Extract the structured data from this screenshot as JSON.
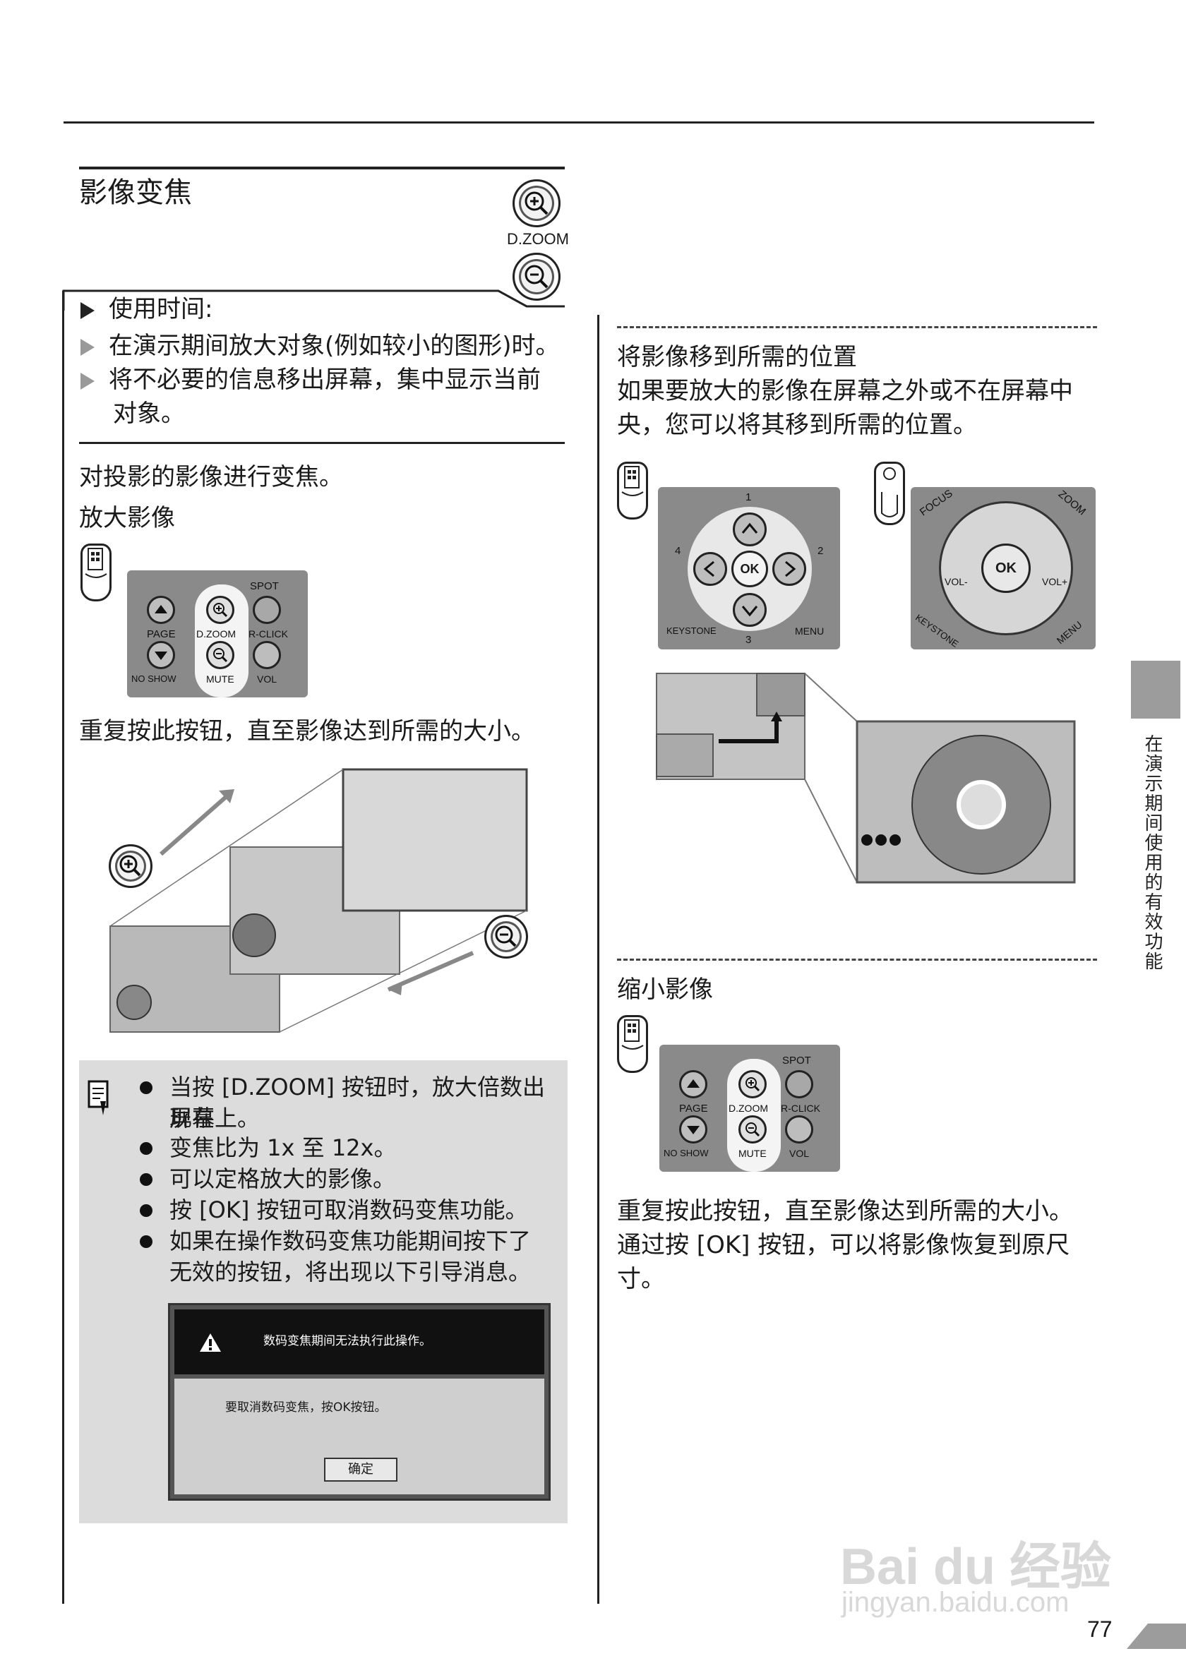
{
  "section": {
    "title": "影像变焦",
    "dzoom_label": "D.ZOOM"
  },
  "usage": {
    "heading": "使用时间:",
    "items": [
      "在演示期间放大对象(例如较小的图形)时。",
      "将不必要的信息移出屏幕，集中显示当前",
      "对象。"
    ]
  },
  "intro": "对投影的影像进行变焦。",
  "enlarge": {
    "heading": "放大影像",
    "repeat_text": "重复按此按钮，直至影像达到所需的大小。"
  },
  "remote_labels": {
    "spot": "SPOT",
    "page": "PAGE",
    "dzoom": "D.ZOOM",
    "rclick": "R-CLICK",
    "noshow": "NO SHOW",
    "mute": "MUTE",
    "vol": "VOL"
  },
  "notes": {
    "items": [
      "当按 [D.ZOOM] 按钮时，放大倍数出现在",
      "屏幕上。",
      "变焦比为 1x 至 12x。",
      "可以定格放大的影像。",
      "按 [OK] 按钮可取消数码变焦功能。",
      "如果在操作数码变焦功能期间按下了",
      "无效的按钮，将出现以下引导消息。"
    ],
    "dialog": {
      "title": "数码变焦期间无法执行此操作。",
      "message": "要取消数码变焦，按OK按钮。",
      "button": "确定"
    }
  },
  "move": {
    "heading": "将影像移到所需的位置",
    "lines": [
      "如果要放大的影像在屏幕之外或不在屏幕中",
      "央，您可以将其移到所需的位置。"
    ],
    "pad_labels": {
      "n1": "1",
      "n2": "2",
      "n3": "3",
      "n4": "4",
      "ok": "OK",
      "keystone": "KEYSTONE",
      "menu": "MENU",
      "focus": "FOCUS",
      "zoom": "ZOOM",
      "volm": "VOL-",
      "volp": "VOL+"
    }
  },
  "shrink": {
    "heading": "缩小影像",
    "lines": [
      "重复按此按钮，直至影像达到所需的大小。",
      "通过按 [OK] 按钮，可以将影像恢复到原尺",
      "寸。"
    ]
  },
  "sidebar": {
    "text": "在演示期间使用的有效功能"
  },
  "page_number": "77",
  "watermark": {
    "brand": "Bai du 经验",
    "url": "jingyan.baidu.com"
  },
  "colors": {
    "note_bg": "#dcdcdc",
    "sidebar_tab": "#9c9c9c",
    "text": "#1a1a1a"
  }
}
